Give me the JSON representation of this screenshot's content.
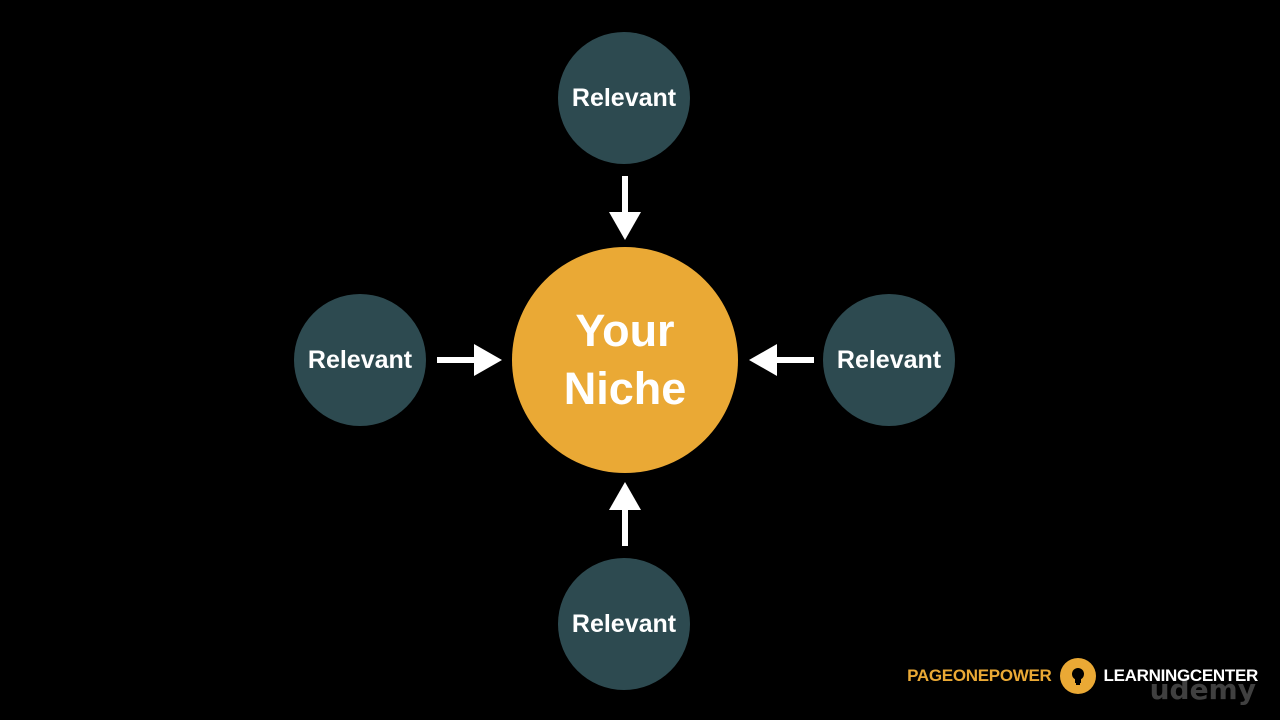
{
  "diagram": {
    "center": {
      "line1": "Your",
      "line2": "Niche"
    },
    "satellites": {
      "top": "Relevant",
      "left": "Relevant",
      "right": "Relevant",
      "bottom": "Relevant"
    }
  },
  "branding": {
    "left_text": "PAGEONEPOWER",
    "right_text": "LEARNINGCENTER",
    "watermark": "udemy"
  },
  "colors": {
    "background": "#000000",
    "satellite_fill": "#2d4a50",
    "center_fill": "#eaa935",
    "text": "#ffffff",
    "arrow": "#ffffff"
  }
}
